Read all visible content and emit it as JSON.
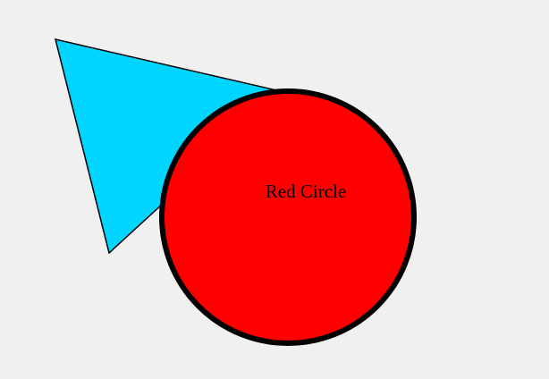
{
  "colors": {
    "background": "#f0f0f0",
    "triangle_fill": "#00d5ff",
    "circle_fill": "#ff0000",
    "stroke": "#000000",
    "label": "#000000"
  },
  "shapes": {
    "triangle": {
      "fill_name": "cyan"
    },
    "circle": {
      "label": "Red Circle",
      "fill_name": "red"
    }
  }
}
